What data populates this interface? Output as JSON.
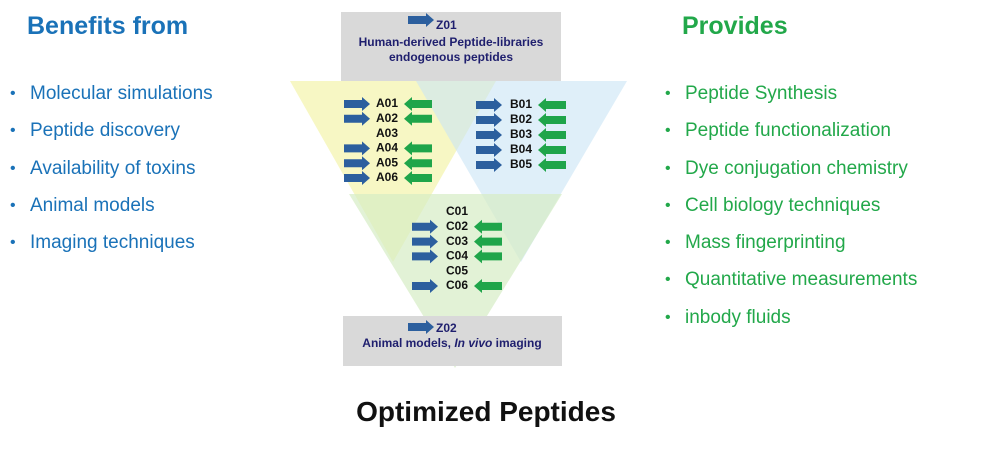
{
  "left": {
    "heading": "Benefits from",
    "items": [
      "Molecular simulations",
      "Peptide discovery",
      "Availability of toxins",
      "Animal models",
      "Imaging techniques"
    ]
  },
  "right": {
    "heading": "Provides",
    "items": [
      "Peptide Synthesis",
      "Peptide functionalization",
      "Dye conjugation chemistry",
      "Cell biology techniques",
      "Mass fingerprinting",
      "Quantitative measurements",
      "inbody fluids"
    ]
  },
  "bullet": "•",
  "diagram": {
    "top_box": {
      "code": "Z01",
      "line1": "Human-derived Peptide-libraries",
      "line2": "endogenous peptides"
    },
    "group_a": [
      {
        "label": "A01",
        "in": true,
        "out": true
      },
      {
        "label": "A02",
        "in": true,
        "out": true
      },
      {
        "label": "A03",
        "in": false,
        "out": false
      },
      {
        "label": "A04",
        "in": true,
        "out": true
      },
      {
        "label": "A05",
        "in": true,
        "out": true
      },
      {
        "label": "A06",
        "in": true,
        "out": true
      }
    ],
    "group_b": [
      {
        "label": "B01",
        "in": true,
        "out": true
      },
      {
        "label": "B02",
        "in": true,
        "out": true
      },
      {
        "label": "B03",
        "in": true,
        "out": true
      },
      {
        "label": "B04",
        "in": true,
        "out": true
      },
      {
        "label": "B05",
        "in": true,
        "out": true
      }
    ],
    "group_c": [
      {
        "label": "C01",
        "in": false,
        "out": false
      },
      {
        "label": "C02",
        "in": true,
        "out": true
      },
      {
        "label": "C03",
        "in": true,
        "out": true
      },
      {
        "label": "C04",
        "in": true,
        "out": true
      },
      {
        "label": "C05",
        "in": false,
        "out": false
      },
      {
        "label": "C06",
        "in": true,
        "out": true
      }
    ],
    "bottom_box": {
      "code": "Z02",
      "line1_normal": "Animal models, ",
      "line1_italic": "In vivo",
      "line1_end": " imaging"
    },
    "colors": {
      "arrow_in": "#2c5f9e",
      "arrow_out": "#1fa54a",
      "box_fill": "#d9d9d9",
      "tri_a": "#f4f4b0",
      "tri_b": "#c9e4f5",
      "tri_c": "#d6ecc4",
      "box_text": "#1f1f6e"
    }
  },
  "final_title": "Optimized Peptides"
}
